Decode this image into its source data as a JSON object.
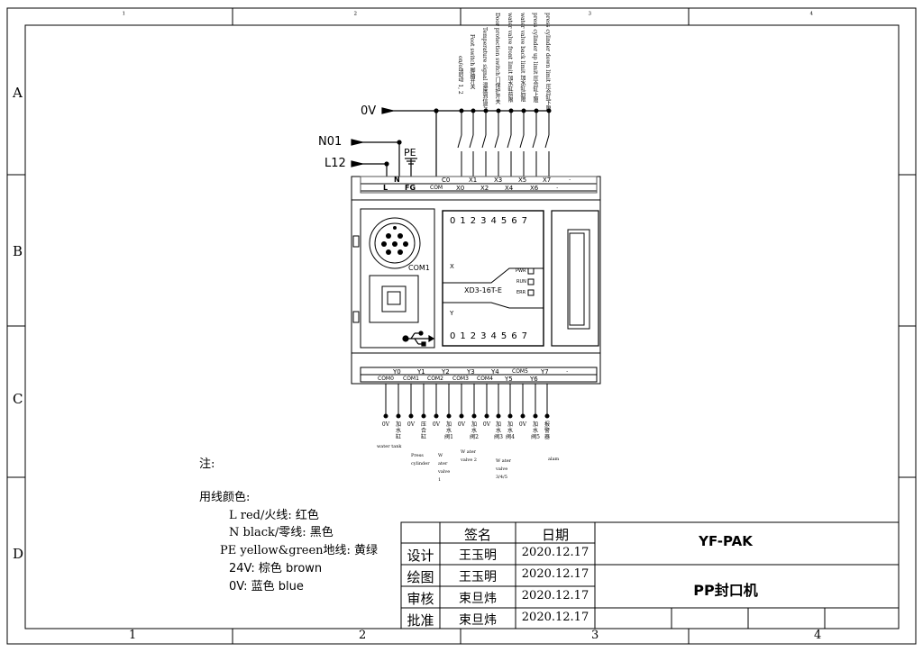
{
  "frame": {
    "row_labels": [
      "A",
      "B",
      "C",
      "D"
    ],
    "col_labels_top": [
      "1",
      "2",
      "3",
      "4"
    ],
    "col_labels_bottom": [
      "1",
      "2",
      "3",
      "4"
    ]
  },
  "supply": {
    "zero_v": "0V",
    "n01": "N01",
    "l12": "L12",
    "pe": "PE"
  },
  "plc": {
    "model": "XD3-16T-E",
    "com_port": "COM1",
    "input_row_label": "X",
    "output_row_label": "Y",
    "input_digits": [
      "0",
      "1",
      "2",
      "3",
      "4",
      "5",
      "6",
      "7"
    ],
    "output_digits": [
      "0",
      "1",
      "2",
      "3",
      "4",
      "5",
      "6",
      "7"
    ],
    "status_leds": [
      "PWR",
      "RUN",
      "ERR"
    ],
    "top_terminals_upper": [
      "C0",
      "X1",
      "X3",
      "X5",
      "X7",
      "·"
    ],
    "top_terminals_lower": [
      "L",
      "FG",
      "COM",
      "X0",
      "X2",
      "X4",
      "X6",
      "·"
    ],
    "top_terminal_n": "N",
    "bottom_terminals_upper": [
      "Y0",
      "Y1",
      "Y2",
      "Y3",
      "Y4",
      "COM5",
      "Y7",
      "·"
    ],
    "bottom_terminals_lower": [
      "COM0",
      "COM1",
      "COM2",
      "COM3",
      "COM4",
      "Y5",
      "Y6"
    ]
  },
  "inputs": [
    {
      "label": "on/off启动 1, 2"
    },
    {
      "label": "Foot switch 脚踏开关"
    },
    {
      "label": "Temperature signal 温度到信号"
    },
    {
      "label": "Door protection switch 门保护开关"
    },
    {
      "label": "water valve front limit 加水缸前限"
    },
    {
      "label": "water valve back limit 加水缸后限"
    },
    {
      "label": "press cylinder up limit 压合缸上限"
    },
    {
      "label": "press cylinder down limit 压合缸下限"
    }
  ],
  "outputs": [
    {
      "label": "0V"
    },
    {
      "label": "加水缸",
      "sub": "water tank"
    },
    {
      "label": "0V"
    },
    {
      "label": "压合缸",
      "sub": "Press cylinder"
    },
    {
      "label": "0V"
    },
    {
      "label": "加水阀1",
      "sub": "W ater valve 1"
    },
    {
      "label": "0V"
    },
    {
      "label": "加水阀2",
      "sub": "W ater valve 2"
    },
    {
      "label": "0V"
    },
    {
      "label": "加水阀3",
      "sub": "W ater valve 3/4/5"
    },
    {
      "label": "加水阀4"
    },
    {
      "label": "0V"
    },
    {
      "label": "加水阀5"
    },
    {
      "label": "报警器",
      "sub": "alam"
    }
  ],
  "notes": {
    "heading": "注:",
    "title": "用线颜色:",
    "lines": [
      "L red/火线: 红色",
      "N black/零线: 黑色",
      "PE yellow&green地线: 黄绿",
      "24V: 棕色 brown",
      "0V: 蓝色 blue"
    ]
  },
  "title_block": {
    "header_sign": "签名",
    "header_date": "日期",
    "rows": [
      {
        "role": "设计",
        "name": "王玉明",
        "date": "2020.12.17"
      },
      {
        "role": "绘图",
        "name": "王玉明",
        "date": "2020.12.17"
      },
      {
        "role": "审核",
        "name": "束旦炜",
        "date": "2020.12.17"
      },
      {
        "role": "批准",
        "name": "束旦炜",
        "date": "2020.12.17"
      }
    ],
    "company": "YF-PAK",
    "product": "PP封口机"
  }
}
